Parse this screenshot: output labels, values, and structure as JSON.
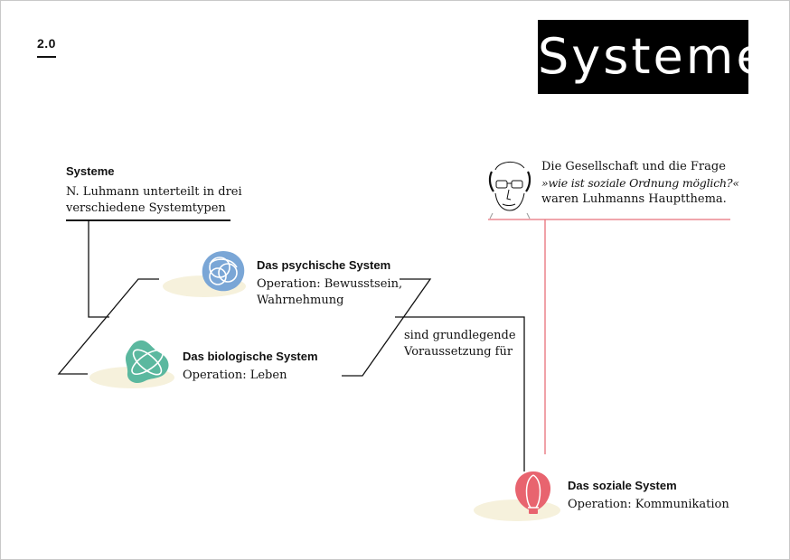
{
  "page_number": "2.0",
  "title": "Systeme",
  "intro": {
    "heading": "Systeme",
    "line1": "N. Luhmann unterteilt in drei",
    "line2": "verschiedene Systemtypen"
  },
  "quote": {
    "line1": "Die Gesellschaft und die Frage",
    "line2": "»wie ist soziale Ordnung möglich?«",
    "line3": "waren Luhmanns Hauptthema."
  },
  "psychic": {
    "title": "Das psychische System",
    "op1": "Operation: Bewusstsein,",
    "op2": "Wahrnehmung"
  },
  "biologic": {
    "title": "Das biologische System",
    "op": "Operation: Leben"
  },
  "connector": {
    "line1": "sind grundlegende",
    "line2": "Voraussetzung für"
  },
  "social": {
    "title": "Das soziale System",
    "op": "Operation: Kommunikation"
  },
  "colors": {
    "psychic": "#7aa6d6",
    "biologic": "#5bb89f",
    "social": "#e8646f",
    "accent_line": "#e8707a",
    "shadow": "#f6f1dc"
  },
  "icons": {
    "portrait": "luhmann-portrait-icon",
    "psychic": "psychic-system-icon",
    "biologic": "biologic-system-icon",
    "social": "social-system-icon"
  }
}
